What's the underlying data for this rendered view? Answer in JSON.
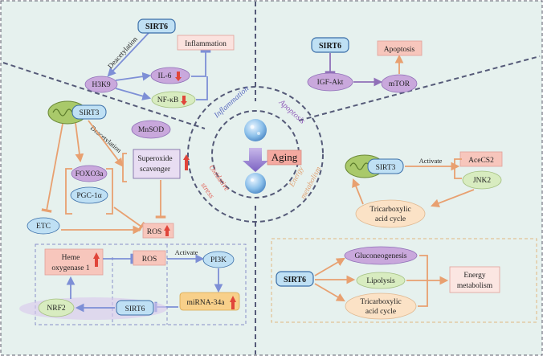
{
  "center": {
    "aging": "Aging",
    "inflammation": "Inflammation",
    "apoptosis": "Apoptosis",
    "oxidative_stress_1": "Oxidative",
    "oxidative_stress_2": "stress",
    "energy_metabolism_1": "Energy",
    "energy_metabolism_2": "metabolism"
  },
  "inflammation_panel": {
    "sirt6": "SIRT6",
    "deacetylation": "Deacetylation",
    "h3k9": "H3K9",
    "il6": "IL-6",
    "nfkb": "NF-κB",
    "inflammation": "Inflammation"
  },
  "apoptosis_panel": {
    "sirt6": "SIRT6",
    "igf_akt": "IGF-Akt",
    "mtor": "mTOR",
    "apoptosis": "Apoptosis"
  },
  "oxidative_panel": {
    "sirt3": "SIRT3",
    "deacetylation": "Deacetylation",
    "mnsod": "MnSOD",
    "superoxide_1": "Superoxide",
    "superoxide_2": "scavenger",
    "foxo3a": "FOXO3a",
    "pgc1a": "PGC-1α",
    "etc": "ETC",
    "ros": "ROS",
    "heme_1": "Heme",
    "heme_2": "oxygenase 1",
    "ros2": "ROS",
    "activate": "Activate",
    "pi3k": "PI3K",
    "nrf2": "NRF2",
    "sirt6": "SIRT6",
    "mirna": "miRNA-34a"
  },
  "energy_panel": {
    "sirt3": "SIRT3",
    "activate": "Activate",
    "acecs2": "AceCS2",
    "jnk2": "JNK2",
    "tca_1": "Tricarboxylic",
    "tca_2": "acid cycle",
    "sirt6": "SIRT6",
    "gluconeogenesis": "Gluconeogenesis",
    "lipolysis": "Lipolysis",
    "tca2_1": "Tricarboxylic",
    "tca2_2": "acid cycle",
    "energy_1": "Energy",
    "energy_2": "metabolism"
  },
  "colors": {
    "background": "#e6f1ee",
    "sirt_blue": "#bfe0f4",
    "pink_box": "#f7c6bc",
    "purple": "#c9a8dc",
    "green_ellipse": "#d8ecc0",
    "orange_arrow": "#e8a070",
    "blue_arrow": "#7d8fd6",
    "up_arrow": "#e0453a"
  }
}
